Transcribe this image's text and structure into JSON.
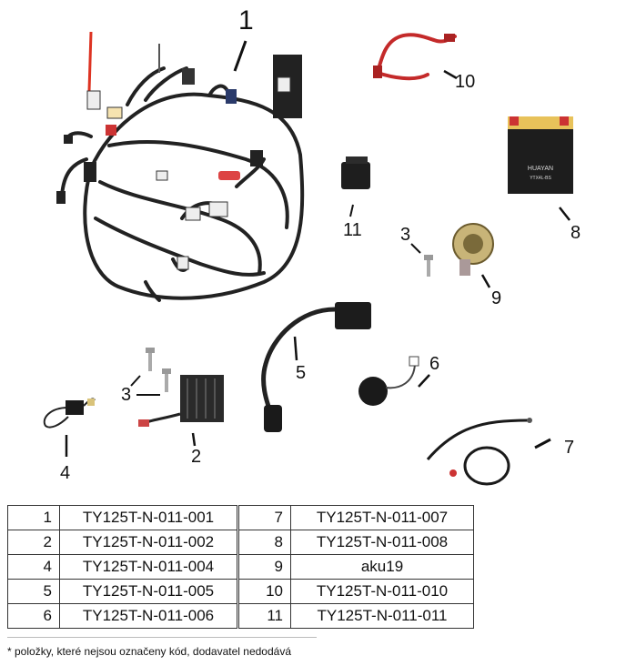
{
  "callouts": {
    "c1": "1",
    "c2": "2",
    "c3a": "3",
    "c3b": "3",
    "c4": "4",
    "c5": "5",
    "c6": "6",
    "c7": "7",
    "c8": "8",
    "c9": "9",
    "c10": "10",
    "c11": "11"
  },
  "battery_brand": "HUAYAN",
  "battery_model": "YTX4L-BS",
  "parts_table_left": [
    {
      "num": "1",
      "code": "TY125T-N-011-001"
    },
    {
      "num": "2",
      "code": "TY125T-N-011-002"
    },
    {
      "num": "4",
      "code": "TY125T-N-011-004"
    },
    {
      "num": "5",
      "code": "TY125T-N-011-005"
    },
    {
      "num": "6",
      "code": "TY125T-N-011-006"
    }
  ],
  "parts_table_right": [
    {
      "num": "7",
      "code": "TY125T-N-011-007"
    },
    {
      "num": "8",
      "code": "TY125T-N-011-008"
    },
    {
      "num": "9",
      "code": "aku19"
    },
    {
      "num": "10",
      "code": "TY125T-N-011-010"
    },
    {
      "num": "11",
      "code": "TY125T-N-011-011"
    }
  ],
  "footnote": "* položky, které nejsou označeny kód, dodavatel nedodává"
}
